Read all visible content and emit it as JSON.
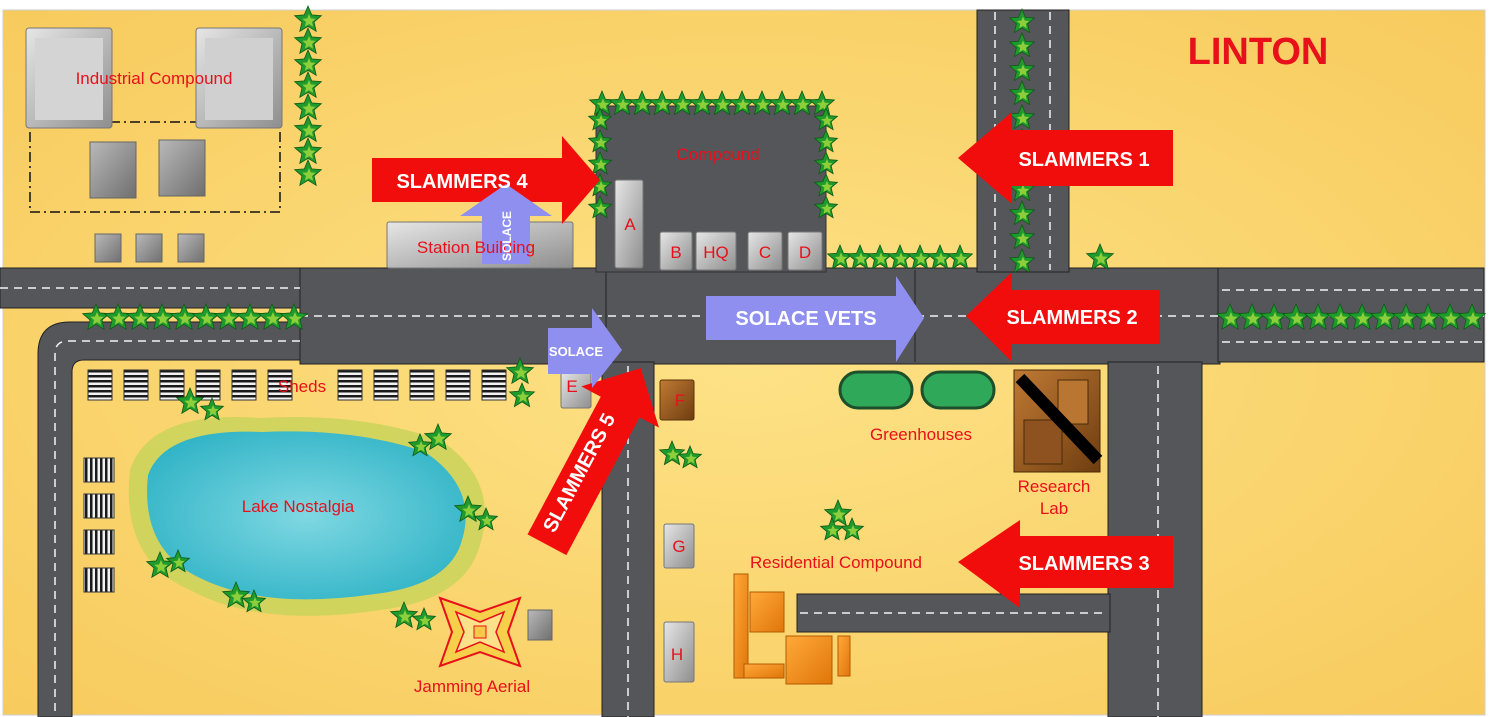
{
  "map": {
    "title": "LINTON",
    "colors": {
      "ground": "#f9d56a",
      "road": "#55565a",
      "label_red": "#e8101a",
      "arrow_red": "#f20d0d",
      "arrow_blue": "#8f8ff0",
      "water": "#46c1d0",
      "research": "#9a5b1e",
      "residential": "#f08a10"
    },
    "areas": {
      "industrial": "Industrial Compound",
      "compound": "Compound",
      "station": "Station Building",
      "sheds": "Sheds",
      "lake": "Lake Nostalgia",
      "greenhouses": "Greenhouses",
      "research_line1": "Research",
      "research_line2": "Lab",
      "residential": "Residential Compound",
      "jamming": "Jamming Aerial"
    },
    "buildings": {
      "a": "A",
      "b": "B",
      "hq": "HQ",
      "c": "C",
      "d": "D",
      "e": "E",
      "f": "F",
      "g": "G",
      "h": "H"
    },
    "arrows": {
      "slammers1": "SLAMMERS 1",
      "slammers2": "SLAMMERS 2",
      "slammers3": "SLAMMERS 3",
      "slammers4": "SLAMMERS 4",
      "slammers5": "SLAMMERS 5",
      "solace_vets": "SOLACE VETS",
      "solace_up": "SOLACE",
      "solace_right": "SOLACE"
    }
  }
}
